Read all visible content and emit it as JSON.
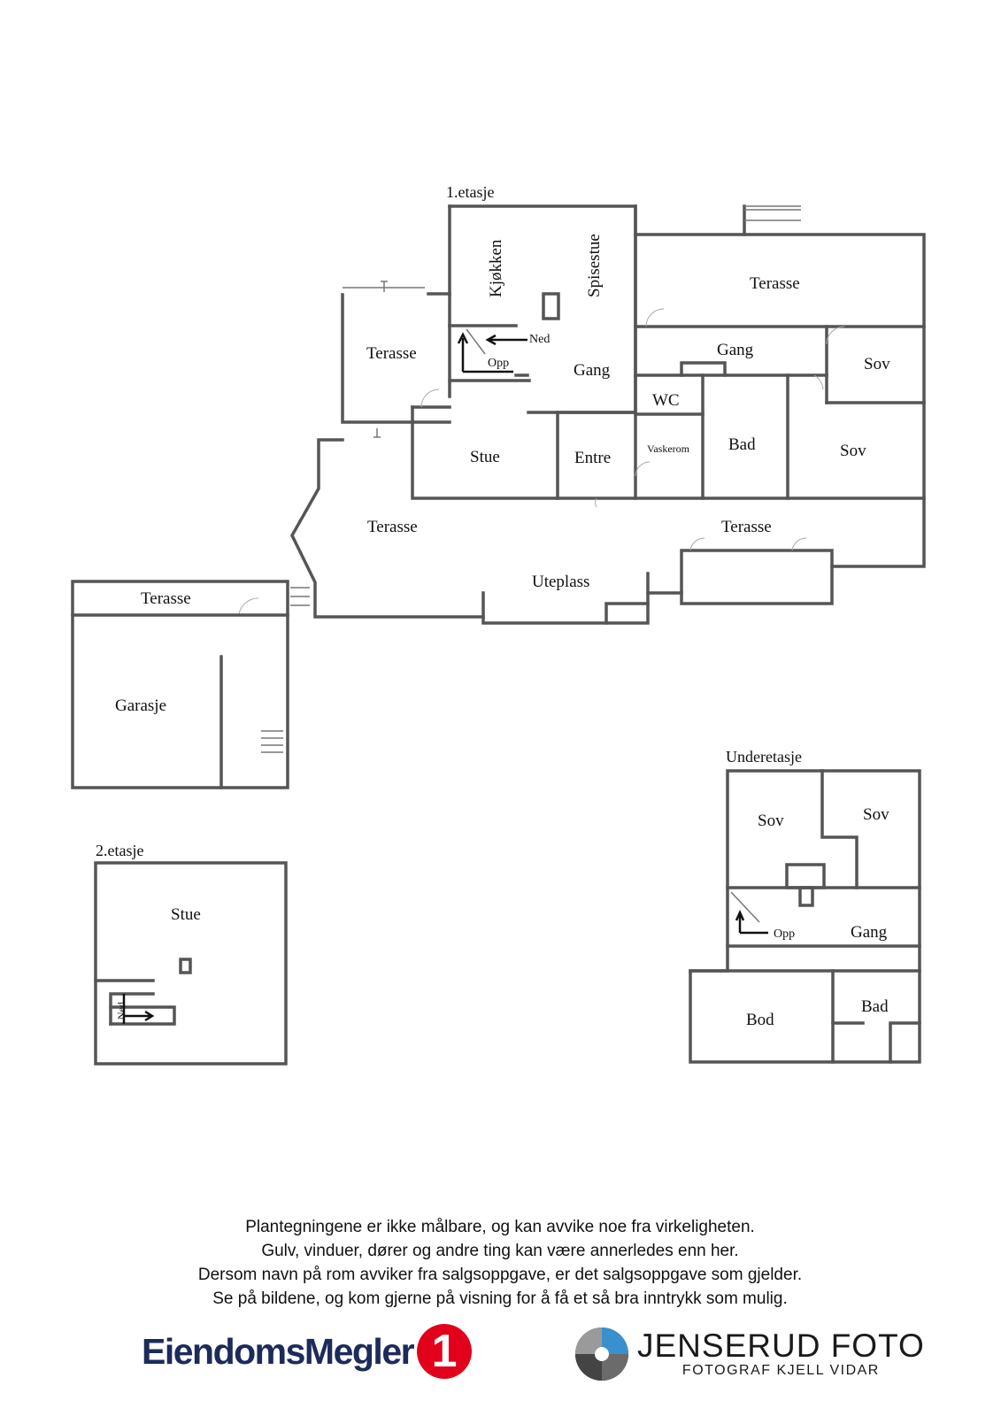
{
  "floors": {
    "first": "1.etasje",
    "second": "2.etasje",
    "basement": "Underetasje"
  },
  "rooms": {
    "kjokken": "Kjøkken",
    "spisestue": "Spisestue",
    "terasse_top": "Terasse",
    "terasse_left": "Terasse",
    "ned_first": "Ned",
    "opp_first": "Opp",
    "gang_first": "Gang",
    "gang_east": "Gang",
    "sov_east_top": "Sov",
    "wc": "WC",
    "stue_first": "Stue",
    "entre": "Entre",
    "vaskerom": "Vaskerom",
    "bad_first": "Bad",
    "sov_east_bottom": "Sov",
    "terasse_front": "Terasse",
    "terasse_front_right": "Terasse",
    "uteplass": "Uteplass",
    "terasse_garage": "Terasse",
    "garasje": "Garasje",
    "stue_second": "Stue",
    "ned_second": "Ned",
    "sov_basement_left": "Sov",
    "sov_basement_right": "Sov",
    "opp_basement": "Opp",
    "gang_basement": "Gang",
    "bod": "Bod",
    "bad_basement": "Bad"
  },
  "disclaimer": [
    "Plantegningene er ikke målbare, og kan avvike noe fra virkeligheten.",
    "Gulv, vinduer, dører og andre ting kan være annerledes enn her.",
    "Dersom navn på rom avviker fra salgsoppgave, er det salgsoppgave som gjelder.",
    "Se på bildene, og kom gjerne på visning for å få et så bra inntrykk som mulig."
  ],
  "logos": {
    "eiendomsmegler": "EiendomsMegler",
    "eiendomsmegler_badge": "1",
    "jenserud_title": "JENSERUD FOTO",
    "jenserud_sub": "FOTOGRAF KJELL VIDAR"
  }
}
